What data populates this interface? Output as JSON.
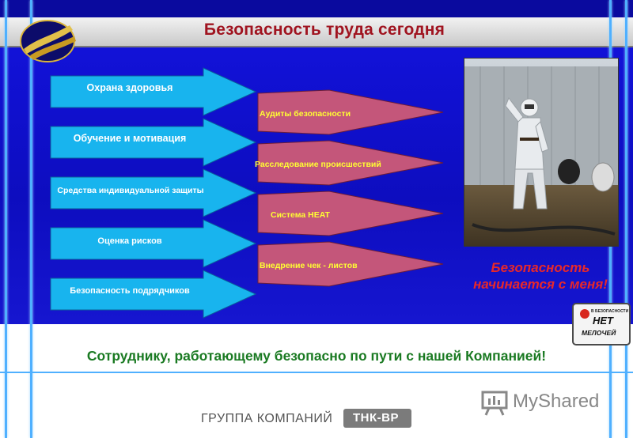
{
  "title": "Безопасность труда сегодня",
  "left_arrows": [
    {
      "label": "Охрана здоровья"
    },
    {
      "label": "Обучение и мотивация"
    },
    {
      "label": "Средства индивидуальной защиты"
    },
    {
      "label": "Оценка рисков"
    },
    {
      "label": "Безопасность подрядчиков"
    }
  ],
  "right_arrows": [
    {
      "label": "Аудиты безопасности"
    },
    {
      "label": "Расследование происшествий"
    },
    {
      "label": "Система HEAT"
    },
    {
      "label": "Внедрение чек - листов"
    }
  ],
  "slogan": {
    "line1": "Безопасность",
    "line2": "начинается с меня!"
  },
  "badge": {
    "top": "В БЕЗОПАСНОСТИ",
    "middle": "НЕТ",
    "bottom": "МЕЛОЧЕЙ"
  },
  "bottom_text": "Сотруднику, работающему безопасно по пути с нашей Компанией!",
  "footer": {
    "group": "ГРУППА КОМПАНИЙ",
    "brand": "ТНК-ВР"
  },
  "watermark": "MyShared",
  "colors": {
    "title": "#a01420",
    "band": "#1212d8",
    "left_arrow_fill": "#18b4ee",
    "right_arrow_fill": "#c4567a",
    "right_arrow_text": "#ffff33",
    "slogan": "#e8282a",
    "bottom_text": "#1a7a22"
  }
}
